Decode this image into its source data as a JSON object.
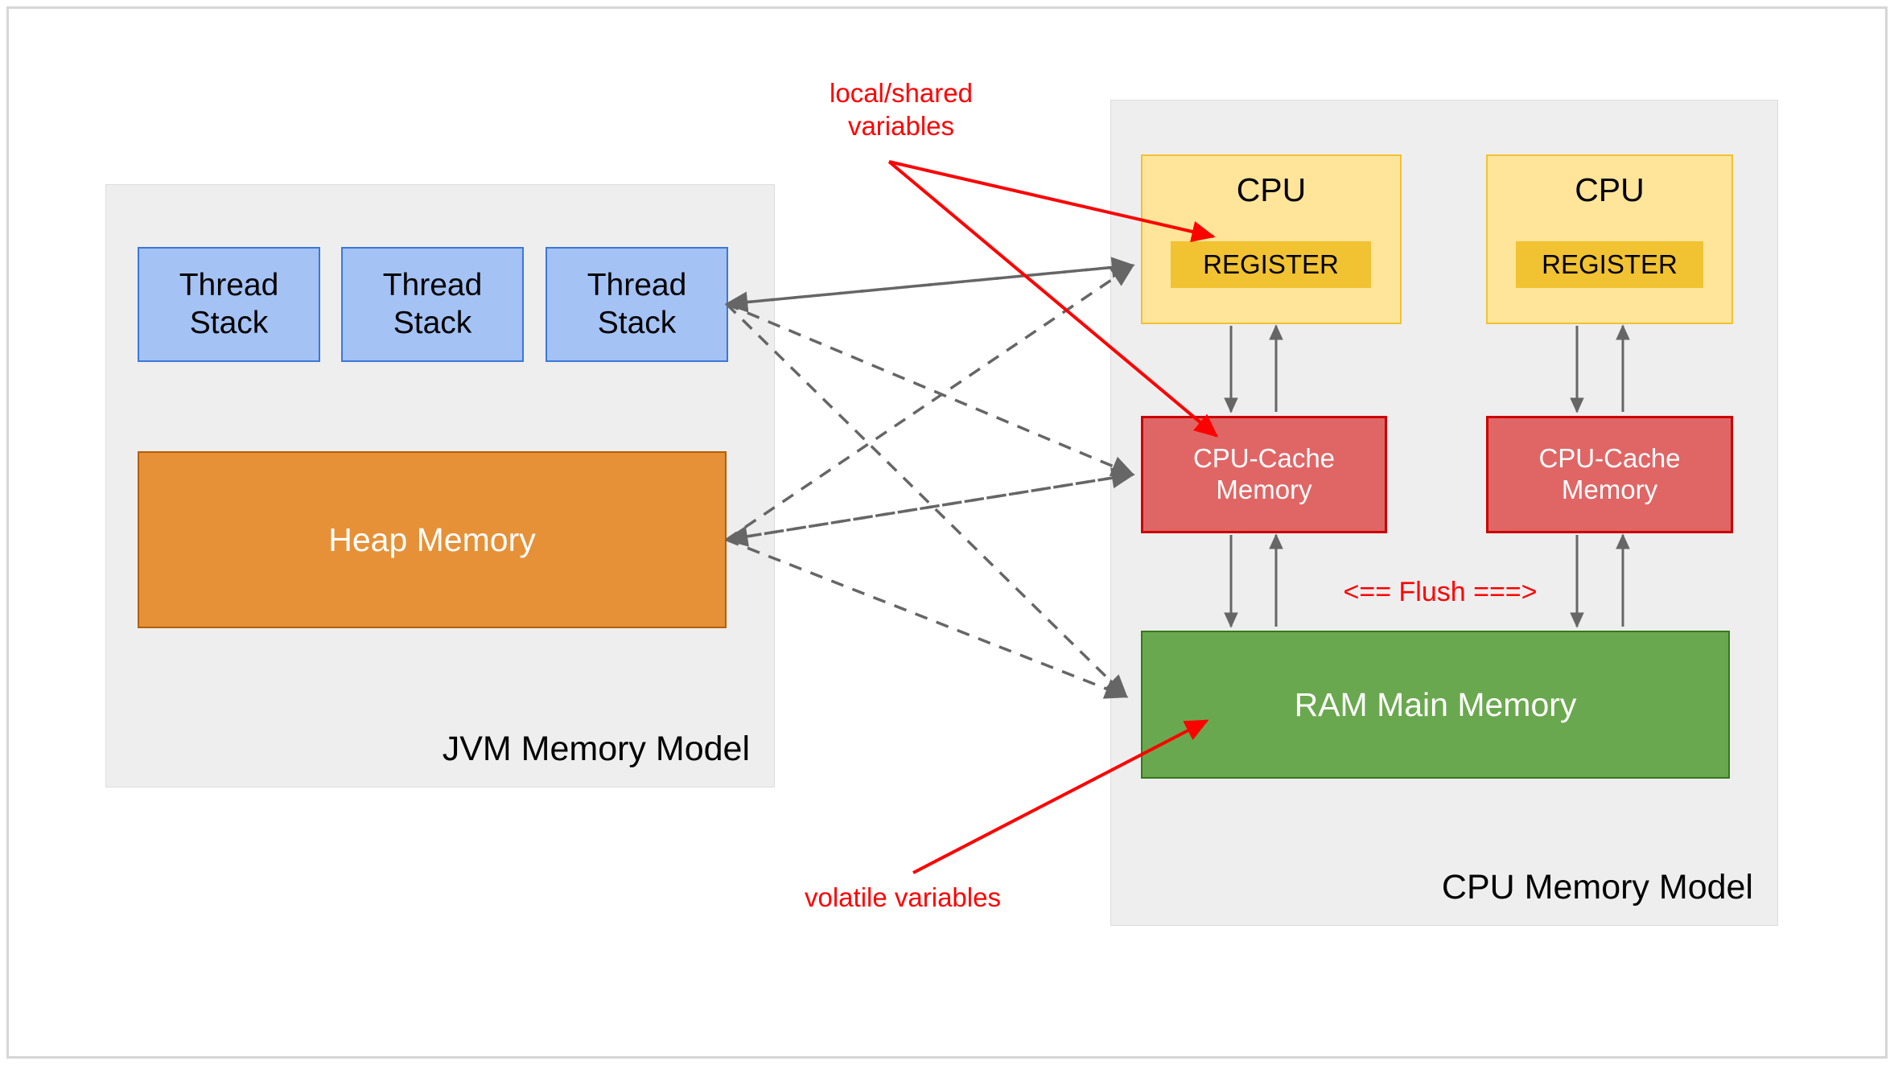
{
  "diagram": {
    "title": "JVM Memory Model and CPU Memory Model",
    "colors": {
      "panel_bg": "#eeeeee",
      "thread_stack_fill": "#a4c2f4",
      "thread_stack_stroke": "#3c78d8",
      "heap_fill": "#e69138",
      "heap_stroke": "#b45f06",
      "cpu_fill": "#ffe599",
      "cpu_stroke": "#f1c232",
      "register_fill": "#f1c232",
      "cache_fill": "#e06666",
      "cache_stroke": "#cc0000",
      "ram_fill": "#6aa84f",
      "ram_stroke": "#38761d",
      "annotation_red": "#ff0000",
      "arrow_gray": "#666666"
    }
  },
  "jvm_panel": {
    "title": "JVM Memory Model",
    "thread_stacks": [
      {
        "label": "Thread\nStack"
      },
      {
        "label": "Thread\nStack"
      },
      {
        "label": "Thread\nStack"
      }
    ],
    "heap": {
      "label": "Heap Memory"
    }
  },
  "cpu_panel": {
    "title": "CPU Memory Model",
    "cpus": [
      {
        "label": "CPU",
        "register": "REGISTER",
        "cache": "CPU-Cache\nMemory"
      },
      {
        "label": "CPU",
        "register": "REGISTER",
        "cache": "CPU-Cache\nMemory"
      }
    ],
    "ram": {
      "label": "RAM Main Memory"
    },
    "flush_label": "<== Flush ===>"
  },
  "annotations": {
    "local_shared": "local/shared\nvariables",
    "volatile": "volatile variables"
  }
}
